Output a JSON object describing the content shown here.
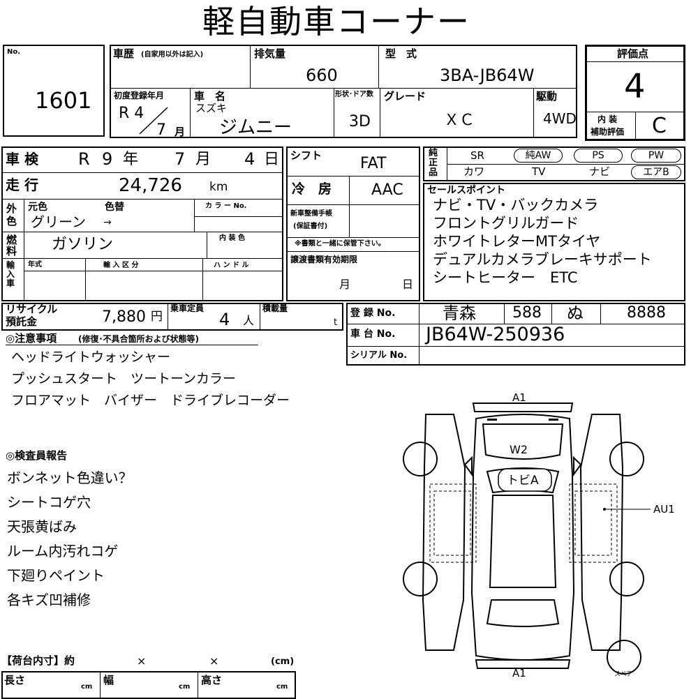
{
  "title": "軽自動車コーナー",
  "no": {
    "label": "No.",
    "value": "1601"
  },
  "history": {
    "label": "車歴",
    "note": "(自家用以外は記入)"
  },
  "displacement": {
    "label": "排気量",
    "value": "660"
  },
  "model": {
    "label": "型　式",
    "value": "3BA-JB64W"
  },
  "score": {
    "label": "評価点",
    "value": "4",
    "interior_label_1": "内 装",
    "interior_label_2": "補助評価",
    "interior_value": "C"
  },
  "first_reg": {
    "label": "初度登録年月",
    "year": "R 4",
    "month": "7",
    "month_unit": "月"
  },
  "car_name": {
    "label": "車　名",
    "maker": "スズキ",
    "name": "ジムニー"
  },
  "body_doors": {
    "label": "形状･ドア数",
    "value": "3D"
  },
  "grade": {
    "label": "グレード",
    "value": "ＸＣ"
  },
  "drive": {
    "label": "駆動",
    "value": "4WD"
  },
  "inspection": {
    "label": "車 検",
    "era": "R",
    "year": "9",
    "year_unit": "年",
    "month": "7",
    "month_unit": "月",
    "day": "4",
    "day_unit": "日"
  },
  "shift": {
    "label": "シフト",
    "value": "FAT"
  },
  "aircon": {
    "label": "冷　房",
    "value": "AAC"
  },
  "mileage": {
    "label": "走 行",
    "value": "24,726",
    "unit": "km"
  },
  "exterior": {
    "label": "外色",
    "orig_label": "元色",
    "change_label": "色替",
    "orig_value": "グリーン",
    "arrow": "→",
    "color_no_label": "カ ラ ー No."
  },
  "fuel": {
    "label": "燃料",
    "value": "ガソリン",
    "interior_color_label": "内 装 色"
  },
  "new_car_manual": {
    "label_1": "新車整備手帳",
    "label_2": "(保証書付)",
    "note": "※書類と一緒に保管下さい。"
  },
  "transfer_docs": {
    "label": "譲渡書類有効期限",
    "month_unit": "月",
    "day_unit": "日"
  },
  "import": {
    "label": "輸入車",
    "year_label": "年式",
    "class_label": "輸 入 区 分",
    "handle_label": "ハ ン ド ル"
  },
  "equipment": {
    "label": "純正品",
    "row1": [
      "SR",
      "純AW",
      "PS",
      "PW"
    ],
    "row2": [
      "カワ",
      "TV",
      "ナビ",
      "エアB"
    ]
  },
  "sales_points": {
    "label": "セールスポイント",
    "items": [
      "ナビ・TV・バックカメラ",
      "フロントグリルガード",
      "ホワイトレターMTタイヤ",
      "デュアルカメラブレーキサポート",
      "シートヒーター　ETC"
    ]
  },
  "recycle": {
    "label_1": "リサイクル",
    "label_2": "預託金",
    "value": "7,880",
    "unit": "円"
  },
  "capacity": {
    "label": "乗車定員",
    "value": "4",
    "unit": "人"
  },
  "load": {
    "label": "積載量",
    "unit": "t"
  },
  "registration": {
    "label": "登 録 No.",
    "region": "青森",
    "class": "588",
    "kana": "ぬ",
    "number": "8888"
  },
  "chassis": {
    "label": "車 台 No.",
    "value": "JB64W-250936"
  },
  "serial": {
    "label": "シリアル No."
  },
  "notes": {
    "label": "◎注意事項",
    "sub": "(修復･不具合箇所および状態等)",
    "items": [
      "ヘッドライトウォッシャー",
      "プッシュスタート　ツートーンカラー",
      "フロアマット　バイザー　ドライブレコーダー"
    ]
  },
  "inspector": {
    "label": "◎検査員報告",
    "items": [
      "ボンネット色違い？",
      "シートコゲ穴",
      "天張黄ばみ",
      "ルーム内汚れコゲ",
      "下廻りペイント",
      "各キズ凹補修"
    ]
  },
  "cargo": {
    "label": "【荷台内寸】約",
    "x1": "×",
    "x2": "×",
    "unit_hdr": "(cm)",
    "len": "長さ",
    "width": "幅",
    "height": "高さ",
    "cm": "cm"
  },
  "diagram": {
    "front": "A1",
    "rear": "A1",
    "w2": "W2",
    "tobi": "トビA",
    "side": "AU1",
    "spare": "スペア"
  }
}
